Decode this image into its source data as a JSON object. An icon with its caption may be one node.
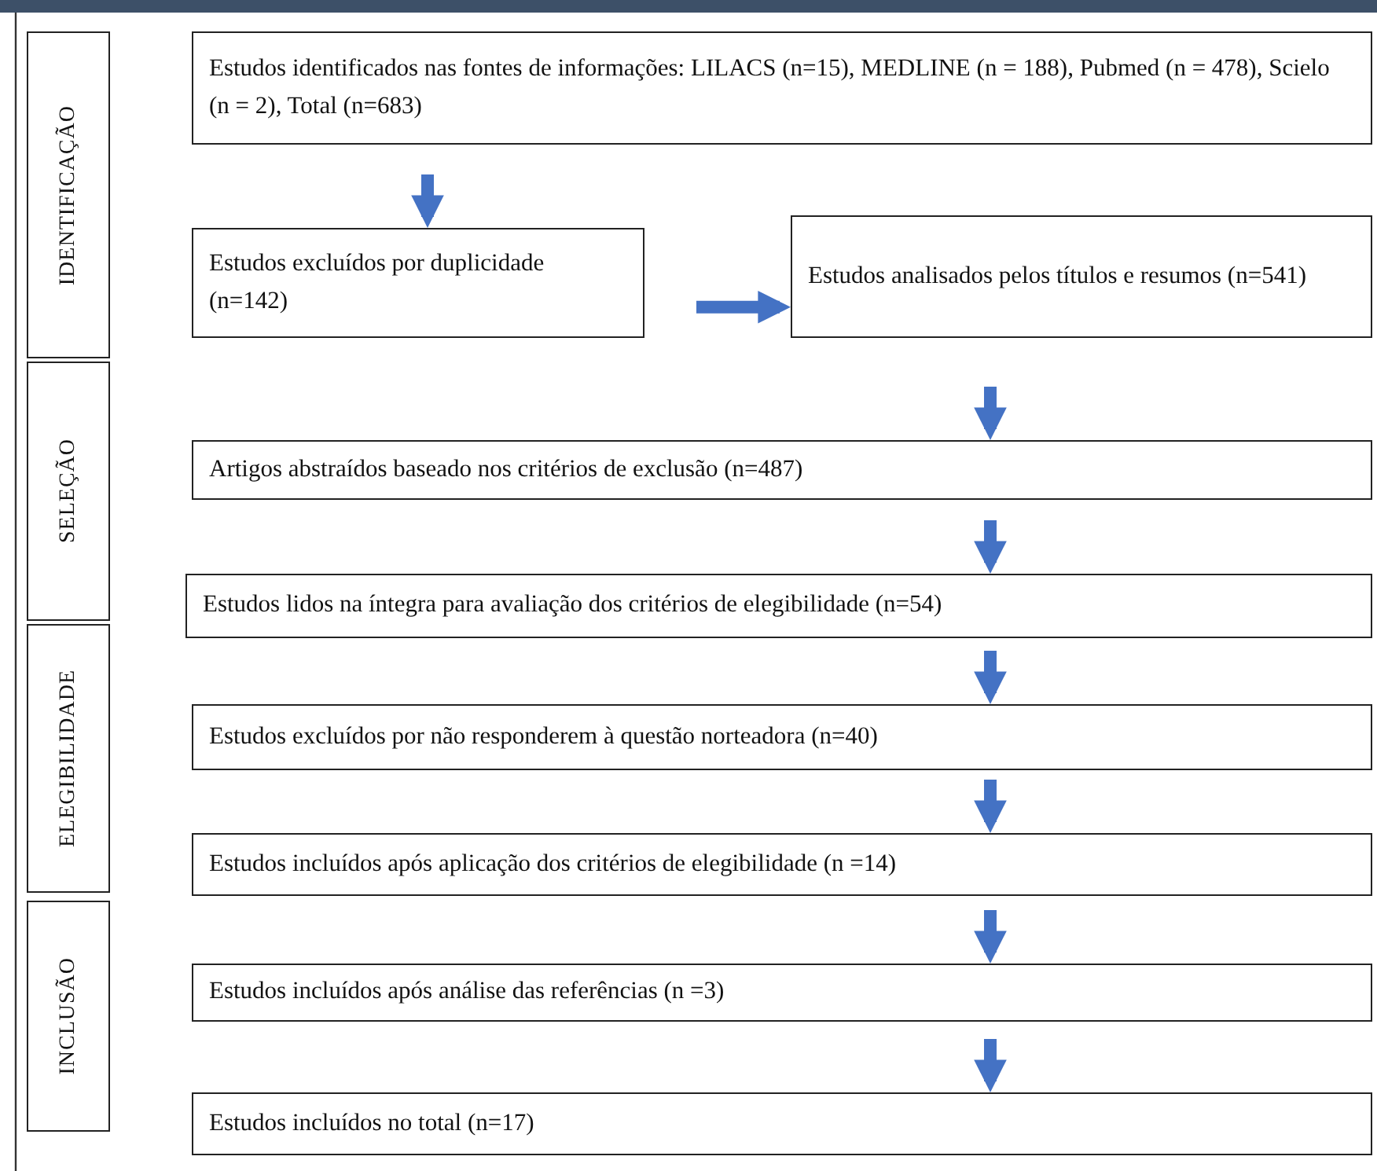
{
  "diagram": {
    "nodes": [
      {
        "text": [
          "IDENTIFICAÇÃO"
        ]
      },
      {
        "text": [
          "SELEÇÃO"
        ]
      },
      {
        "text": [
          "ELEGIBILIDADE"
        ]
      },
      {
        "text": [
          "INCLUSÃO"
        ]
      },
      {
        "text": [
          "Estudos identificados nas fontes de informações: LILACS (n=15), MEDLINE (n = 188), Pubmed (n = 478), Scielo (n = 2), Total (n=683)"
        ]
      },
      {
        "text": [
          "Estudos excluídos por duplicidade (n=142)"
        ]
      },
      {
        "text": [
          "Estudos analisados pelos títulos e resumos (n=541)"
        ]
      },
      {
        "text": [
          "Artigos abstraídos baseado nos critérios de exclusão (n=487)"
        ]
      },
      {
        "text": [
          "Estudos lidos na íntegra para avaliação dos critérios de elegibilidade (n=54)"
        ]
      },
      {
        "text": [
          "Estudos excluídos por não responderem à questão norteadora (n=40)"
        ]
      },
      {
        "text": [
          "Estudos incluídos após aplicação dos critérios de elegibilidade (n =14)"
        ]
      },
      {
        "text": [
          "Estudos incluídos após análise das referências (n =3)"
        ]
      },
      {
        "text": [
          "Estudos incluídos no total (n=17)"
        ]
      }
    ],
    "edges": [
      {
        "from": 4,
        "to": 5,
        "arrow": "to"
      },
      {
        "from": 5,
        "to": 6,
        "arrow": "to"
      },
      {
        "from": 6,
        "to": 7,
        "arrow": "to"
      },
      {
        "from": 7,
        "to": 8,
        "arrow": "to"
      },
      {
        "from": 8,
        "to": 9,
        "arrow": "to"
      },
      {
        "from": 9,
        "to": 10,
        "arrow": "to"
      },
      {
        "from": 10,
        "to": 11,
        "arrow": "to"
      },
      {
        "from": 11,
        "to": 12,
        "arrow": "to"
      }
    ]
  }
}
